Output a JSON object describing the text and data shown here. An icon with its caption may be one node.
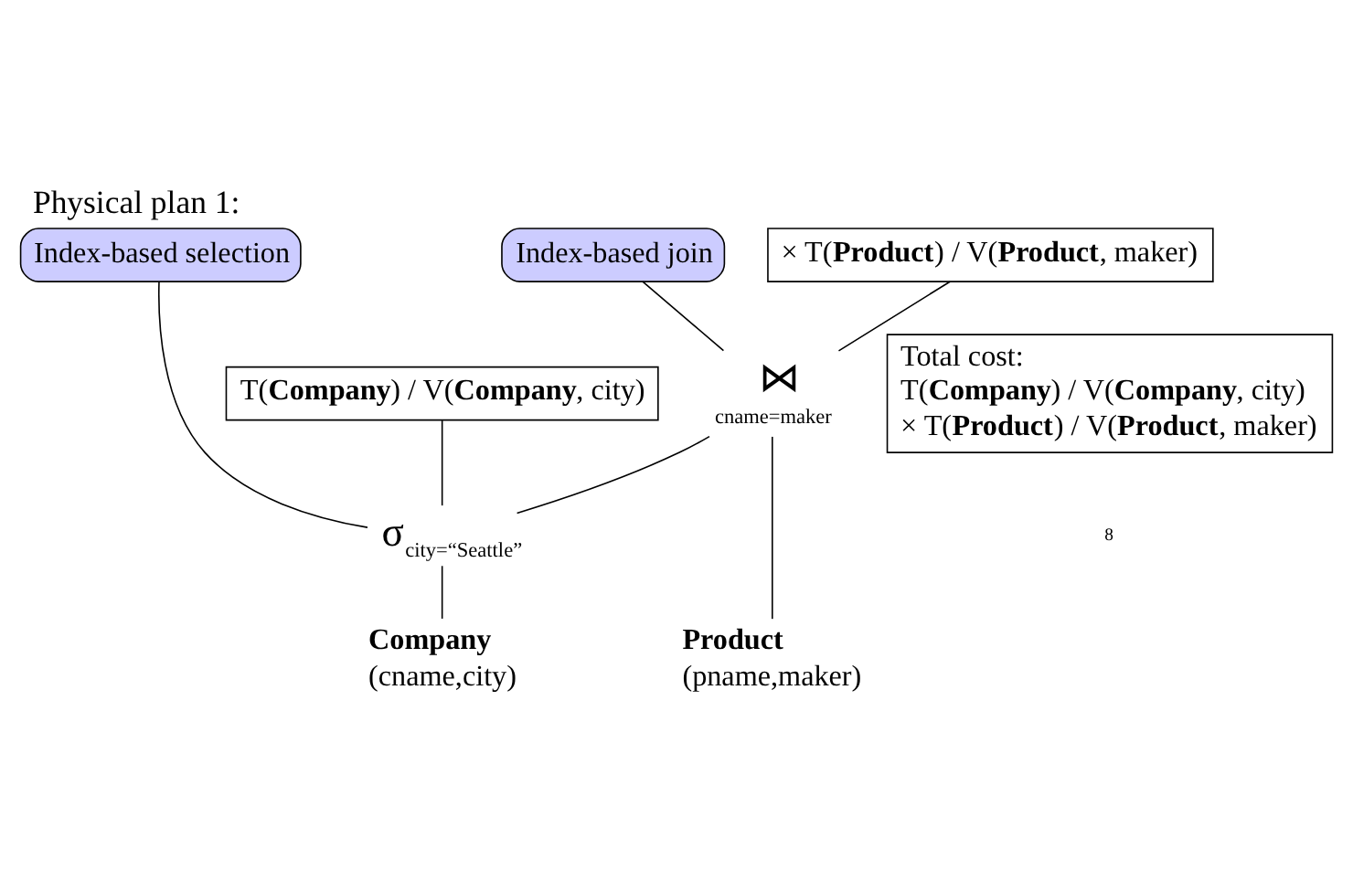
{
  "diagram": {
    "title": "Physical plan 1:",
    "nodes": [
      {
        "text": [
          "⋈"
        ],
        "beside": [
          "cname=maker"
        ]
      },
      {
        "text": [
          "σ$_{city=“Seattle”}$"
        ]
      },
      {
        "text": [
          "Company",
          "(cname,city)"
        ]
      },
      {
        "text": [
          "Product",
          "(pname,maker)"
        ]
      },
      {
        "text": [
          "Index-based selection"
        ]
      },
      {
        "text": [
          "Index-based join"
        ]
      },
      {
        "text": [
          "× T(**Product**) / V(**Product**, maker)"
        ]
      },
      {
        "text": [
          "T(**Company**) / V(**Company**, city)"
        ]
      },
      {
        "text": [
          "Total cost:",
          "T(**Company**) / V(**Company**, city)",
          "× T(**Product**) / V(**Product**, maker)"
        ]
      }
    ],
    "edges": [
      {
        "from": 0,
        "to": 1,
        "arrow": "none"
      },
      {
        "from": 0,
        "to": 3,
        "arrow": "none"
      },
      {
        "from": 1,
        "to": 2,
        "arrow": "none"
      },
      {
        "from": 4,
        "to": 1,
        "arrow": "none"
      },
      {
        "from": 5,
        "to": 0,
        "arrow": "none"
      },
      {
        "from": 6,
        "to": 0,
        "arrow": "none"
      },
      {
        "from": 7,
        "to": 1,
        "arrow": "none"
      }
    ],
    "labels": [
      "8"
    ]
  }
}
